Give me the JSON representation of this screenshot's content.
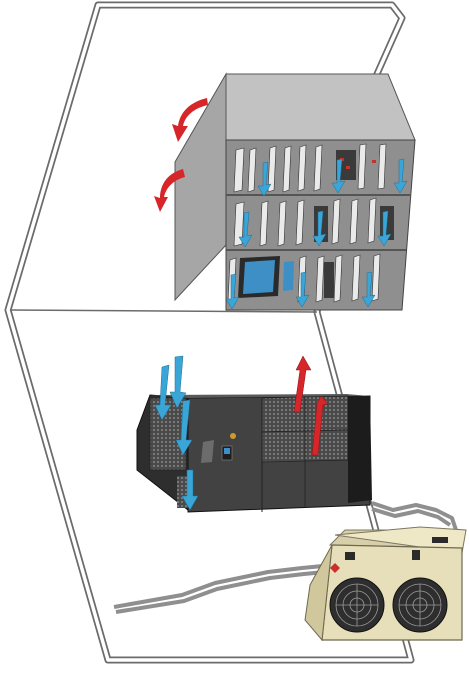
{
  "diagram": {
    "components": [
      "server-rack",
      "indoor-cooling-unit",
      "outdoor-condenser-unit",
      "refrigerant-piping"
    ],
    "airflow": {
      "cool_color": "#3aa6d8",
      "hot_color": "#d7262a"
    },
    "colors": {
      "wall_outline": "#6b6b6b",
      "rack_front": "#8c8c8c",
      "rack_side": "#a9a9a9",
      "rack_top": "#c4c4c4",
      "cooling_unit_body": "#3c3c3c",
      "condenser_body": "#e7dfb9",
      "pipe": "#9a9a9a"
    },
    "icons": [
      "cool-airflow-arrow-icon",
      "hot-airflow-arrow-icon",
      "fan-grille-icon",
      "control-panel-display-icon"
    ]
  }
}
